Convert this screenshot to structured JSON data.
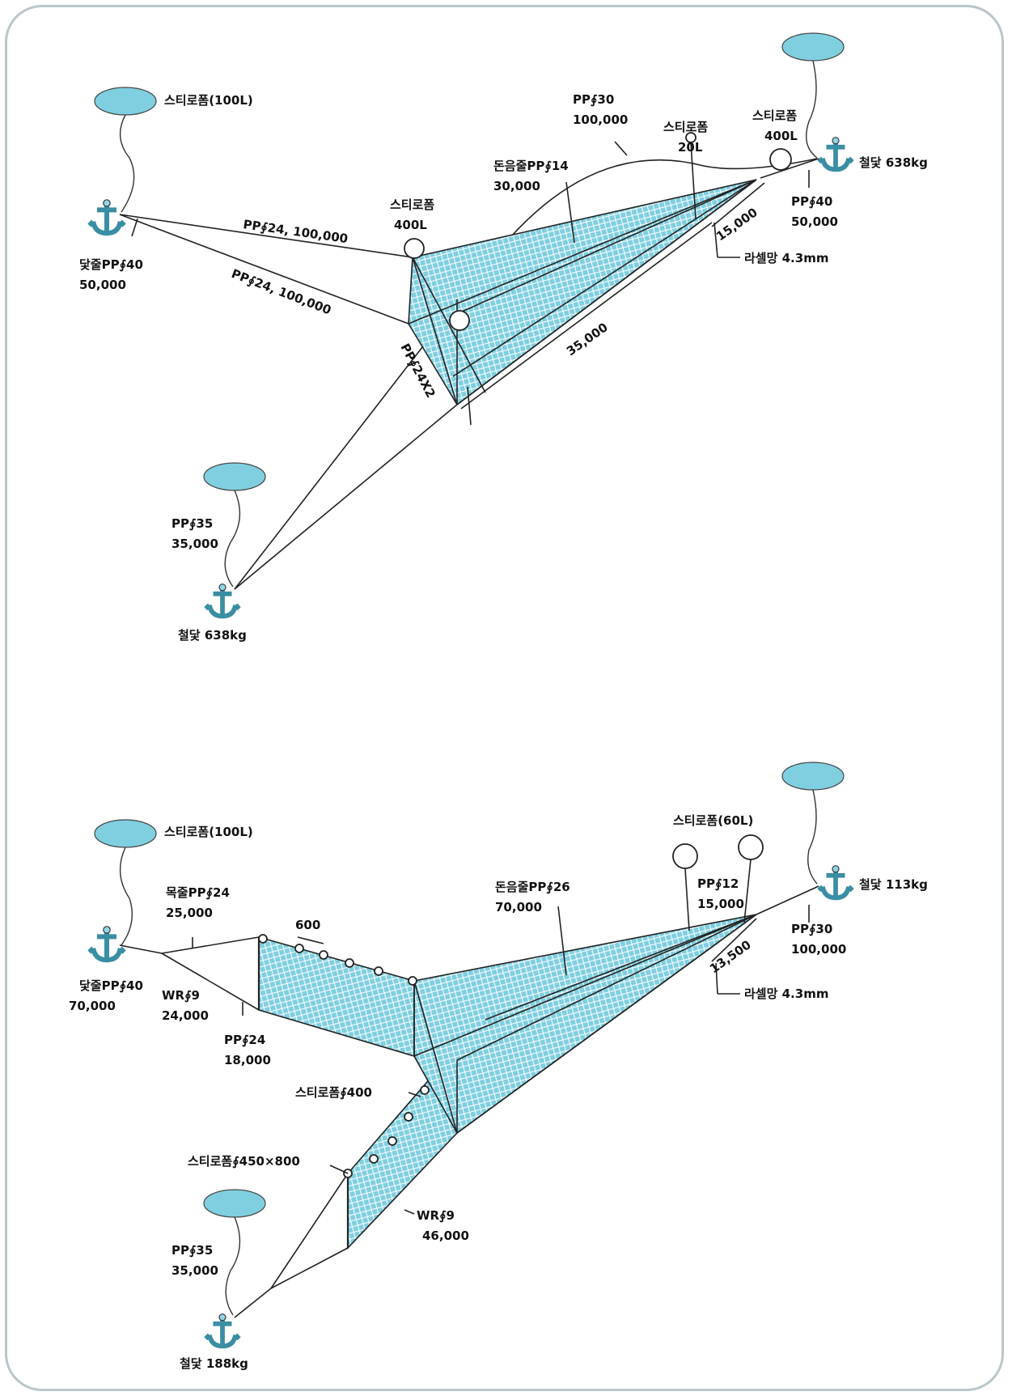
{
  "colors": {
    "net": "#7fcfe0",
    "buoy": "#7fcfe0",
    "line": "#222222",
    "frame": "#b9c6cb"
  },
  "icons": {
    "anchor": "anchor-icon",
    "buoy": "buoy-icon"
  },
  "diagram1": {
    "buoy_left_label": "스티로폼(100L)",
    "pp30_a": "PP∮30",
    "pp30_b": "100,000",
    "styro20_a": "스티로폼",
    "styro20_b": "20L",
    "styro400r_a": "스티로폼",
    "styro400r_b": "400L",
    "anchor_right": "철닻 638kg",
    "dunum_a": "돈음줄PP∮14",
    "dunum_b": "30,000",
    "styro400m_a": "스티로폼",
    "styro400m_b": "400L",
    "pp40r_a": "PP∮40",
    "pp40r_b": "50,000",
    "rope1": "PP∮24, 100,000",
    "rope2": "PP∮24, 100,000",
    "anchor_line_a": "닻줄PP∮40",
    "anchor_line_b": "50,000",
    "len15": "15,000",
    "net_mesh": "라셀망 4.3mm",
    "len35": "35,000",
    "pp24x2": "PP∮24X2",
    "pp35_a": "PP∮35",
    "pp35_b": "35,000",
    "anchor_bottom": "철닻 638kg"
  },
  "diagram2": {
    "buoy_left_label": "스티로폼(100L)",
    "styro60": "스티로폼(60L)",
    "anchor_right": "철닻 113kg",
    "neck_a": "목줄PP∮24",
    "neck_b": "25,000",
    "dunum_a": "돈음줄PP∮26",
    "dunum_b": "70,000",
    "pp12_a": "PP∮12",
    "pp12_b": "15,000",
    "pp30_a": "PP∮30",
    "pp30_b": "100,000",
    "spacing": "600",
    "anchor_line_a": "닻줄PP∮40",
    "anchor_line_b": "70,000",
    "wr9_a": "WR∮9",
    "wr9_b": "24,000",
    "len135": "13,500",
    "net_mesh": "라셀망 4.3mm",
    "pp24_a": "PP∮24",
    "pp24_b": "18,000",
    "styro400": "스티로폼∮400",
    "styro450": "스티로폼∮450×800",
    "wr9b_a": "WR∮9",
    "wr9b_b": "46,000",
    "pp35_a": "PP∮35",
    "pp35_b": "35,000",
    "anchor_bottom": "철닻 188kg"
  }
}
